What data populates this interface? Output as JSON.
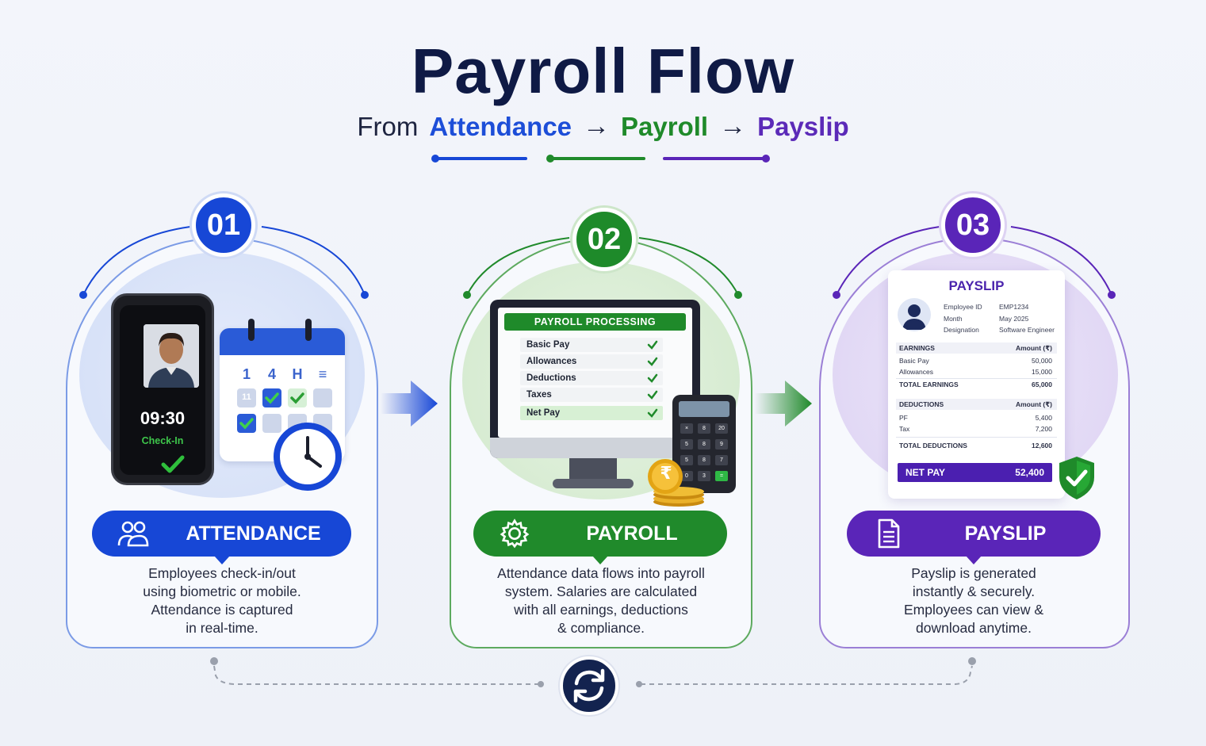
{
  "header": {
    "title": "Payroll Flow",
    "subtitle_prefix": "From",
    "subtitle_step1": "Attendance",
    "subtitle_step2": "Payroll",
    "subtitle_step3": "Payslip",
    "arrow": "→"
  },
  "colors": {
    "attendance": "#1747d6",
    "payroll": "#208a2b",
    "payslip": "#5a25b8",
    "title": "#0f1a45"
  },
  "steps": [
    {
      "number": "01",
      "label": "ATTENDANCE",
      "icon": "users-icon",
      "description": [
        "Employees check-in/out",
        "using biometric or mobile.",
        "Attendance is captured",
        "in real-time."
      ]
    },
    {
      "number": "02",
      "label": "PAYROLL",
      "icon": "gear-icon",
      "description": [
        "Attendance data flows into payroll",
        "system. Salaries are calculated",
        "with all earnings, deductions",
        "& compliance."
      ]
    },
    {
      "number": "03",
      "label": "PAYSLIP",
      "icon": "document-icon",
      "description": [
        "Payslip is generated",
        "instantly & securely.",
        "Employees can view &",
        "download anytime."
      ]
    }
  ],
  "phone": {
    "time": "09:30",
    "status": "Check-In"
  },
  "calendar": {
    "digits": [
      "1",
      "4",
      "H",
      "≡"
    ],
    "cell_label": "11"
  },
  "processing": {
    "title": "PAYROLL PROCESSING",
    "rows": [
      "Basic Pay",
      "Allowances",
      "Deductions",
      "Taxes",
      "Net Pay"
    ]
  },
  "calculator": {
    "keys": [
      "×",
      "8",
      "20",
      "5",
      "8",
      "9",
      "5",
      "8",
      "7",
      "0",
      "3",
      "="
    ]
  },
  "coin_symbol": "₹",
  "payslip": {
    "title": "PAYSLIP",
    "info": [
      {
        "key": "Employee ID",
        "value": "EMP1234"
      },
      {
        "key": "Month",
        "value": "May 2025"
      },
      {
        "key": "Designation",
        "value": "Software Engineer"
      }
    ],
    "earnings_header": "EARNINGS",
    "amount_header": "Amount (₹)",
    "earnings": [
      {
        "label": "Basic Pay",
        "value": "50,000"
      },
      {
        "label": "Allowances",
        "value": "15,000"
      }
    ],
    "total_earnings": {
      "label": "TOTAL EARNINGS",
      "value": "65,000"
    },
    "deductions_header": "DEDUCTIONS",
    "deductions": [
      {
        "label": "PF",
        "value": "5,400"
      },
      {
        "label": "Tax",
        "value": "7,200"
      }
    ],
    "total_deductions": {
      "label": "TOTAL DEDUCTIONS",
      "value": "12,600"
    },
    "net_pay": {
      "label": "NET PAY",
      "value": "52,400"
    }
  }
}
